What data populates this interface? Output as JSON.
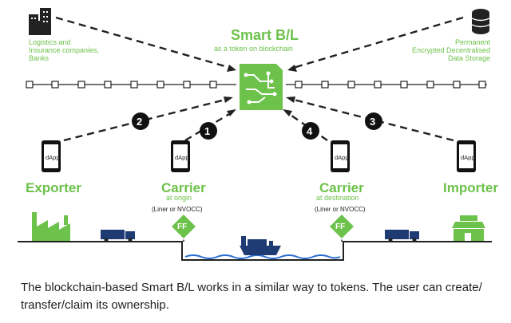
{
  "title": "Smart B/L",
  "subtitle": "as a token on blockchain",
  "left_group": "Logistics and\nInsurance companies,\nBanks",
  "right_group": "Permanent\nEncrypted Decentralised\nData Storage",
  "parties": {
    "exporter": "Exporter",
    "carrier_origin": "Carrier",
    "carrier_origin_sub": "at origin",
    "carrier_origin_note": "(Liner or NVOCC)",
    "carrier_destination": "Carrier",
    "carrier_destination_sub": "at destination",
    "carrier_destination_note": "(Liner or NVOCC)",
    "importer": "Importer"
  },
  "dapp_label": "dApp",
  "ff_label": "FF",
  "steps": [
    "1",
    "2",
    "3",
    "4"
  ],
  "caption": "The blockchain-based Smart B/L works in a similar way to tokens. The user can create/ transfer/claim its ownership.",
  "colors": {
    "accent": "#6cc24a",
    "dark": "#1f2d3d",
    "navy": "#1f3b73"
  },
  "icons": [
    "office-buildings-icon",
    "database-icon",
    "smart-contract-document-icon",
    "phone-dapp-icon",
    "factory-icon",
    "truck-icon",
    "ship-icon",
    "store-icon",
    "ff-diamond-icon"
  ]
}
